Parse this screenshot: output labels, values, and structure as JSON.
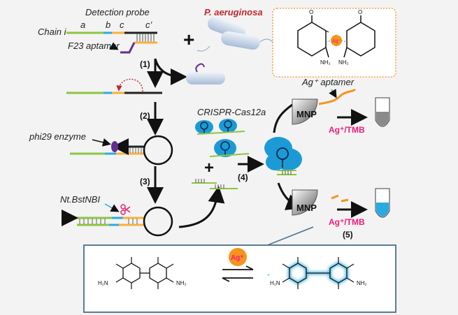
{
  "probe": {
    "title": "Detection probe",
    "chain": "Chain i",
    "seg_a": "a",
    "seg_b": "b",
    "seg_c": "c",
    "seg_cprime": "c’",
    "aptamer": "F23 aptamer"
  },
  "bacteria": {
    "name": "P. aeruginosa"
  },
  "steps": {
    "s1": "(1)",
    "s2": "(2)",
    "s3": "(3)",
    "s4": "(4)",
    "s5": "(5)"
  },
  "enzymes": {
    "phi29": "phi29 enzyme",
    "nick": "Nt.BstNBI"
  },
  "crispr": {
    "label": "CRISPR-Cas12a"
  },
  "silver": {
    "aptamer": "Ag⁺ aptamer",
    "mnp": "MNP",
    "readout": "Ag⁺/TMB",
    "ion": "Ag⁺"
  },
  "molecules": {
    "o": "O",
    "nh2": "NH₂",
    "h2n": "H₂N"
  },
  "colors": {
    "green": "#8cc63f",
    "blue": "#29abe2",
    "yellow": "#fbb03b",
    "purple": "#662d91",
    "red": "#c1272d",
    "magenta": "#ed1e79",
    "orange": "#f7931e",
    "cas": "#1c9ad6",
    "box_border": "#4a6f8a"
  }
}
